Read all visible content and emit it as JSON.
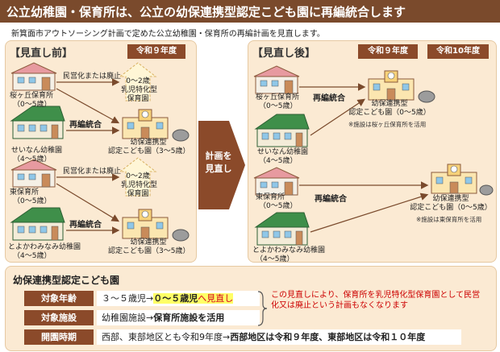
{
  "title": "公立幼稚園・保育所は、公立の幼保連携型認定こども園に再編統合します",
  "subtitle": "新箕面市アウトソーシング計画で定めた公立幼稚園・保育所の再編計画を見直します。",
  "before": {
    "title": "【見直し前】",
    "year": "令和９年度",
    "nursery1": {
      "name": "桜ヶ丘保育所",
      "age": "（0～5歳）"
    },
    "kinder1": {
      "name": "せいなん幼稚園",
      "age": "（4～5歳）"
    },
    "nursery2": {
      "name": "東保育所",
      "age": "（0～5歳）"
    },
    "kinder2": {
      "name": "とよかわみなみ幼稚園",
      "age": "（4～5歳）"
    },
    "privatize": "民営化または廃止",
    "infant_center": [
      "0～2歳",
      "乳児特化型",
      "保育園"
    ],
    "merge": "再編統合",
    "kodomoen": [
      "幼保連携型",
      "認定こども園（3～5歳）"
    ]
  },
  "middle": {
    "line1": "計画を",
    "line2": "見直し"
  },
  "after": {
    "title": "【見直し後】",
    "year1": "令和９年度",
    "year2": "令和10年度",
    "nursery1": {
      "name": "桜ヶ丘保育所",
      "age": "（0～5歳）"
    },
    "kinder1": {
      "name": "せいなん幼稚園",
      "age": "（4～5歳）"
    },
    "nursery2": {
      "name": "東保育所",
      "age": "（0～5歳）"
    },
    "kinder2": {
      "name": "とよかわみなみ幼稚園",
      "age": "（4～5歳）"
    },
    "merge": "再編統合",
    "kodomoen": [
      "幼保連携型",
      "認定こども園（0～5歳）"
    ],
    "note1": "※施設は桜ヶ丘保育所を活用",
    "note2": "※施設は東保育所を活用"
  },
  "bottom": {
    "title": "幼保連携型認定こども園",
    "rows": [
      {
        "label": "対象年齢",
        "v1": "３～５歳児→",
        "v2": "０～５歳児",
        "v3": "へ見直し"
      },
      {
        "label": "対象施設",
        "v1": "幼稚園施設→",
        "v2": "保育所施設を活用"
      },
      {
        "label": "開園時期",
        "v1": "西部、東部地区とも令和9年度→",
        "v2": "西部地区は令和９年度、東部地区は令和１０年度"
      }
    ],
    "callout": "この見直しにより、保育所を乳児特化型保育園として民営化又は廃止という計画もなくなります"
  }
}
